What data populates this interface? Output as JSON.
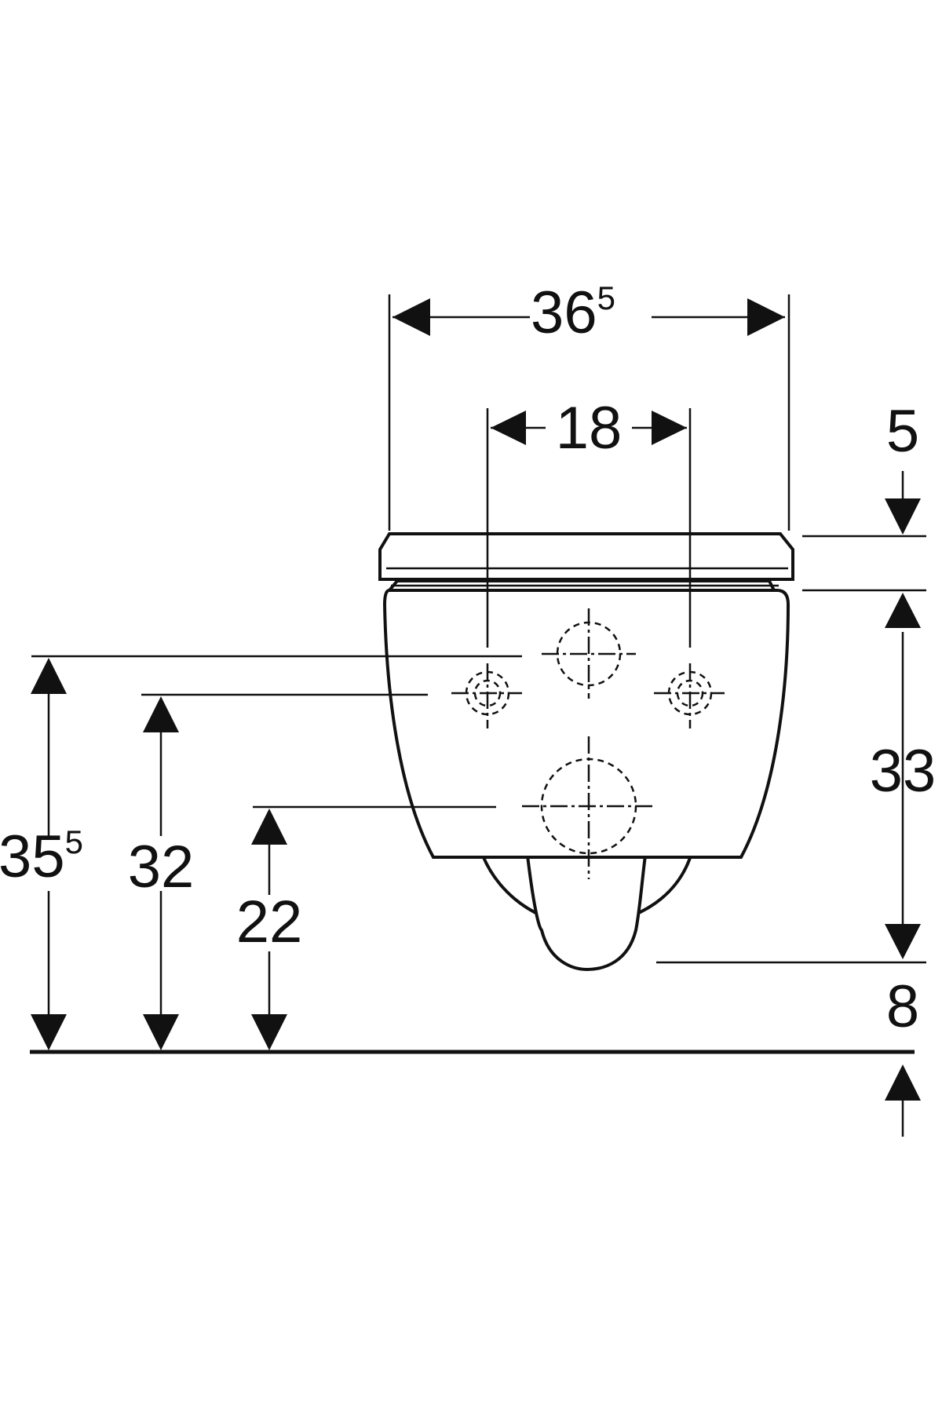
{
  "dimensions": {
    "overall_width": {
      "main": "36",
      "sup": "5"
    },
    "fixing_spacing": {
      "main": "18"
    },
    "seat_thickness": {
      "main": "5"
    },
    "bowl_height": {
      "main": "33"
    },
    "outlet_clearance": {
      "main": "8"
    },
    "fixing_height_upper": {
      "main": "35",
      "sup": "5"
    },
    "fixing_height_lower": {
      "main": "32"
    },
    "outlet_height": {
      "main": "22"
    }
  },
  "colors": {
    "line": "#111111",
    "background": "#ffffff"
  }
}
